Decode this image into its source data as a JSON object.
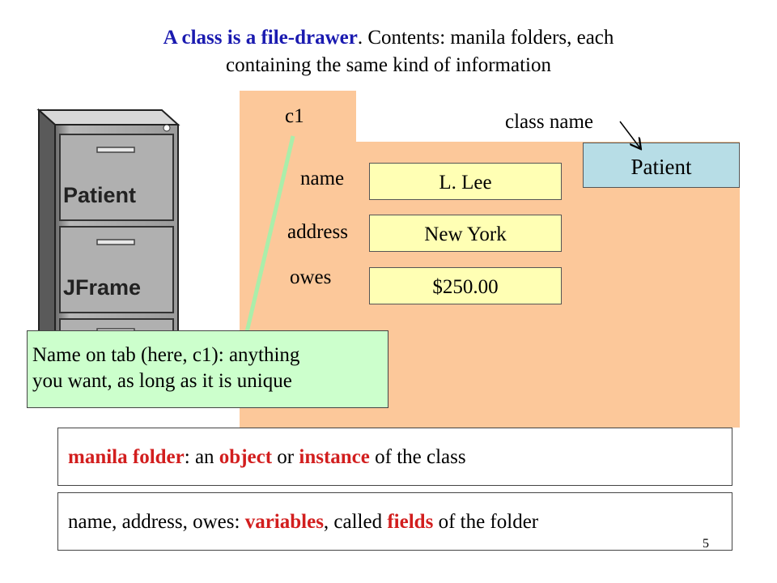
{
  "title": {
    "part1": "A class is a file-drawer",
    "part2": ". Contents: manila folders, each",
    "line2": "containing the same kind of information"
  },
  "folder": {
    "tab": "c1",
    "fields": [
      {
        "label": "name",
        "value": "L. Lee"
      },
      {
        "label": "address",
        "value": "New York"
      },
      {
        "label": "owes",
        "value": "$250.00"
      }
    ]
  },
  "class_name_label": "class name",
  "class_name": "Patient",
  "cabinet": {
    "drawers": [
      "Patient",
      "JFrame"
    ]
  },
  "note": {
    "line1": "Name on tab (here, c1): anything",
    "line2": "you want, as long as it is unique"
  },
  "info1": {
    "t1": "manila folder",
    "t2": ": an ",
    "t3": "object",
    "t4": " or ",
    "t5": "instance",
    "t6": " of the class"
  },
  "info2": {
    "t1": "name, address, owes: ",
    "t2": "variables",
    "t3": ", called ",
    "t4": "fields",
    "t5": " of the folder"
  },
  "page_number": "5",
  "colors": {
    "folder": "#fcc89a",
    "field_box": "#ffffb4",
    "class_box": "#b7dde6",
    "note": "#ccffcc",
    "highlight_red": "#d21e1e",
    "title_blue": "#1a1ab0"
  }
}
